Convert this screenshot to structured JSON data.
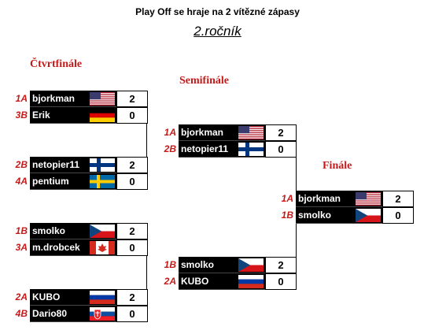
{
  "header": {
    "title": "Play Off se hraje na 2 vítězné zápasy",
    "season": "2.ročník"
  },
  "rounds": {
    "quarter": "Čtvrtfinále",
    "semi": "Semifinále",
    "final": "Finále"
  },
  "matches": [
    {
      "id": "qf1",
      "players": [
        {
          "seed": "1A",
          "name": "bjorkman",
          "flag": "us-flag-icon",
          "score": "2"
        },
        {
          "seed": "3B",
          "name": "Erik",
          "flag": "de-flag-icon",
          "score": "0"
        }
      ]
    },
    {
      "id": "qf2",
      "players": [
        {
          "seed": "2B",
          "name": "netopier11",
          "flag": "fi-flag-icon",
          "score": "2"
        },
        {
          "seed": "4A",
          "name": "pentium",
          "flag": "se-flag-icon",
          "score": "0"
        }
      ]
    },
    {
      "id": "qf3",
      "players": [
        {
          "seed": "1B",
          "name": "smolko",
          "flag": "cz-flag-icon",
          "score": "2"
        },
        {
          "seed": "3A",
          "name": "m.drobcek",
          "flag": "ca-flag-icon",
          "score": "0"
        }
      ]
    },
    {
      "id": "qf4",
      "players": [
        {
          "seed": "2A",
          "name": "KUBO",
          "flag": "ru-flag-icon",
          "score": "2"
        },
        {
          "seed": "4B",
          "name": "Dario80",
          "flag": "sk-flag-icon",
          "score": "0"
        }
      ]
    },
    {
      "id": "sf1",
      "players": [
        {
          "seed": "1A",
          "name": "bjorkman",
          "flag": "us-flag-icon",
          "score": "2"
        },
        {
          "seed": "2B",
          "name": "netopier11",
          "flag": "fi-flag-icon",
          "score": "0"
        }
      ]
    },
    {
      "id": "sf2",
      "players": [
        {
          "seed": "1B",
          "name": "smolko",
          "flag": "cz-flag-icon",
          "score": "2"
        },
        {
          "seed": "2A",
          "name": "KUBO",
          "flag": "ru-flag-icon",
          "score": "0"
        }
      ]
    },
    {
      "id": "final",
      "players": [
        {
          "seed": "1A",
          "name": "bjorkman",
          "flag": "us-flag-icon",
          "score": "2"
        },
        {
          "seed": "1B",
          "name": "smolko",
          "flag": "cz-flag-icon",
          "score": "0"
        }
      ]
    }
  ]
}
